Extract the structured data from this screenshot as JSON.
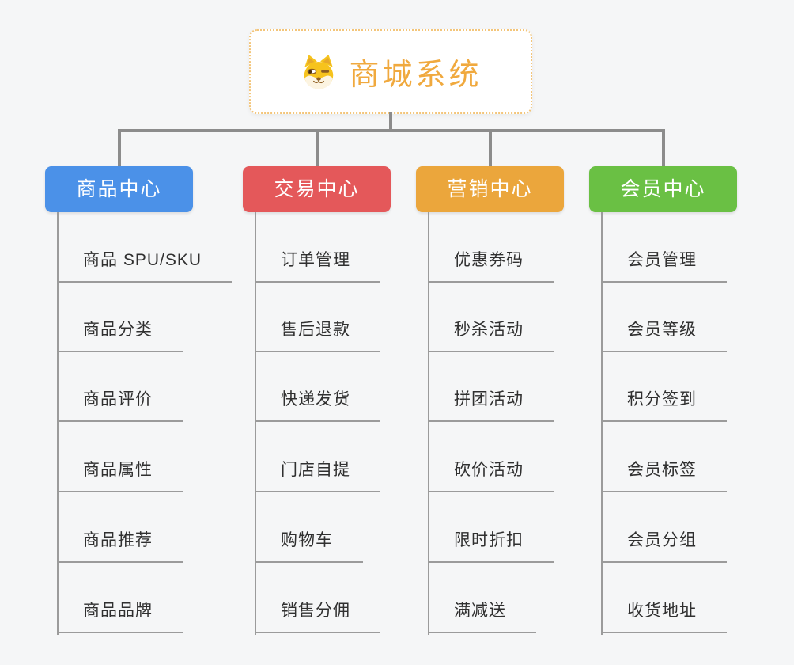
{
  "root": {
    "title": "商城系统",
    "icon": "shiba-dog-icon"
  },
  "branches": [
    {
      "id": "product-center",
      "label": "商品中心",
      "color": "#4b91e8",
      "items": [
        "商品 SPU/SKU",
        "商品分类",
        "商品评价",
        "商品属性",
        "商品推荐",
        "商品品牌"
      ]
    },
    {
      "id": "trade-center",
      "label": "交易中心",
      "color": "#e4585a",
      "items": [
        "订单管理",
        "售后退款",
        "快递发货",
        "门店自提",
        "购物车",
        "销售分佣"
      ]
    },
    {
      "id": "marketing-center",
      "label": "营销中心",
      "color": "#eba63c",
      "items": [
        "优惠券码",
        "秒杀活动",
        "拼团活动",
        "砍价活动",
        "限时折扣",
        "满减送"
      ]
    },
    {
      "id": "member-center",
      "label": "会员中心",
      "color": "#6ac044",
      "items": [
        "会员管理",
        "会员等级",
        "积分签到",
        "会员标签",
        "会员分组",
        "收货地址"
      ]
    }
  ],
  "colors": {
    "background": "#f5f6f7",
    "connector": "#8c8c8c",
    "leaf_line": "#9b9b9b",
    "leaf_text": "#303030",
    "root_text": "#f0a93e",
    "root_border": "#f3c57a"
  }
}
